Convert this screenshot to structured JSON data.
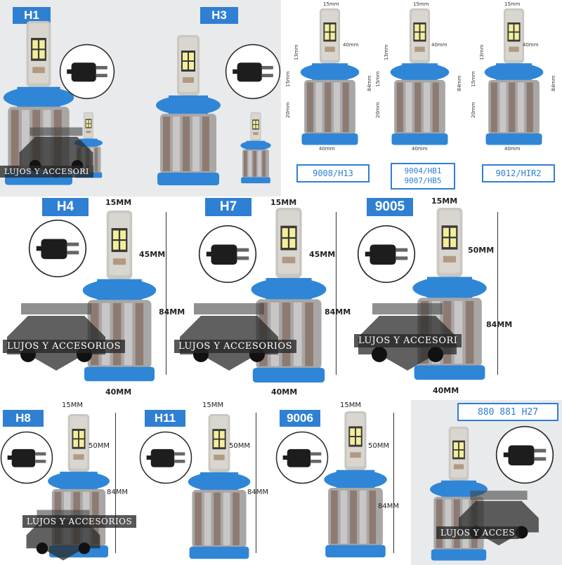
{
  "colors": {
    "accent": "#2f7fd3",
    "bulb_blue": "#2f86d6",
    "fin_silver": "#b6b6ba",
    "fin_dark": "#6a5e58"
  },
  "tags": {
    "h1": "H1",
    "h3": "H3",
    "t9008": "9008/H13",
    "t9004a": "9004/HB1",
    "t9004b": "9007/HB5",
    "t9012": "9012/HIR2",
    "h4": "H4",
    "h7": "H7",
    "t9005": "9005",
    "h8": "H8",
    "h11": "H11",
    "t9006": "9006",
    "t880": "880 881 H27"
  },
  "dims": {
    "small_15": "15mm",
    "small_40": "40mm",
    "small_84": "84mm",
    "small_13": "13mm",
    "small_15b": "15mm",
    "small_20": "20mm",
    "big_15": "15MM",
    "big_45": "45MM",
    "big_50": "50MM",
    "big_84": "84MM",
    "big_40": "40MM"
  },
  "watermark": {
    "full": "LUJOS Y ACCESORIOS",
    "short": "LUJOS Y ACCESORI",
    "cut": "LUJOS Y ACCES"
  },
  "icons": {
    "connector": "connector-plug-icon",
    "bulb": "led-bulb-icon",
    "logo": "car-emblem-icon"
  }
}
